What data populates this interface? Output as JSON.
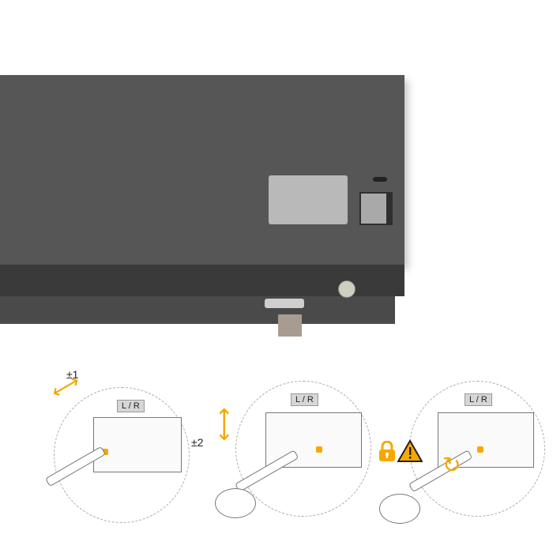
{
  "product_photo": {
    "description": "Dark grey drawer side panel with exposed adjustment mechanism"
  },
  "steps": [
    {
      "adjust_label": "±1",
      "side_label": "L / R",
      "direction": "horizontal"
    },
    {
      "adjust_label": "±2",
      "side_label": "L / R",
      "direction": "vertical"
    },
    {
      "adjust_label": "",
      "side_label": "L / R",
      "direction": "lock"
    }
  ],
  "colors": {
    "accent": "#f5a800",
    "panel": "#565656"
  },
  "icons": [
    "double-arrow-diagonal",
    "double-arrow-vertical",
    "padlock",
    "warning-triangle",
    "rotate-arrow"
  ]
}
